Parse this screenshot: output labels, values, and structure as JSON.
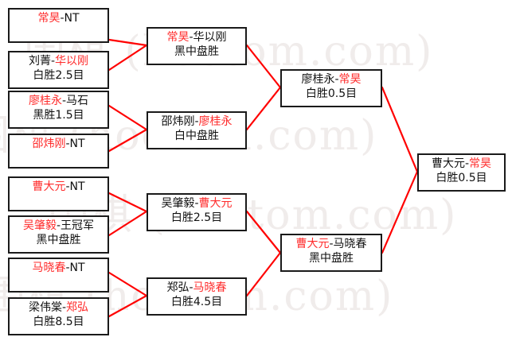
{
  "diagram": {
    "title": "Go tournament knockout bracket",
    "watermark": {
      "text": "围棋 (hoetom.com)",
      "color": "#f0eceb"
    },
    "colors": {
      "connector": "#ff0000",
      "box_border": "#1a1a1a",
      "highlight_text": "#ff2b2b",
      "normal_text": "#111111",
      "background": "#ffffff"
    },
    "round1": [
      {
        "id": "r1-m1",
        "left_player": "常昊",
        "left_winner": true,
        "separator": "-",
        "right_player": "NT",
        "right_winner": false,
        "result": ""
      },
      {
        "id": "r1-m2",
        "left_player": "刘菁",
        "left_winner": false,
        "separator": "-",
        "right_player": "华以刚",
        "right_winner": true,
        "result": "白胜2.5目"
      },
      {
        "id": "r1-m3",
        "left_player": "廖桂永",
        "left_winner": true,
        "separator": "-",
        "right_player": "马石",
        "right_winner": false,
        "result": "黑胜1.5目"
      },
      {
        "id": "r1-m4",
        "left_player": "邵炜刚",
        "left_winner": true,
        "separator": "-",
        "right_player": "NT",
        "right_winner": false,
        "result": ""
      },
      {
        "id": "r1-m5",
        "left_player": "曹大元",
        "left_winner": true,
        "separator": "-",
        "right_player": "NT",
        "right_winner": false,
        "result": ""
      },
      {
        "id": "r1-m6",
        "left_player": "吴肇毅",
        "left_winner": true,
        "separator": "-",
        "right_player": "王冠军",
        "right_winner": false,
        "result": "黑中盘胜"
      },
      {
        "id": "r1-m7",
        "left_player": "马晓春",
        "left_winner": true,
        "separator": "-",
        "right_player": "NT",
        "right_winner": false,
        "result": ""
      },
      {
        "id": "r1-m8",
        "left_player": "梁伟棠",
        "left_winner": false,
        "separator": "-",
        "right_player": "郑弘",
        "right_winner": true,
        "result": "白胜8.5目"
      }
    ],
    "round2": [
      {
        "id": "r2-m1",
        "left_player": "常昊",
        "left_winner": true,
        "separator": "-",
        "right_player": "华以刚",
        "right_winner": false,
        "result": "黑中盘胜"
      },
      {
        "id": "r2-m2",
        "left_player": "邵炜刚",
        "left_winner": false,
        "separator": "-",
        "right_player": "廖桂永",
        "right_winner": true,
        "result": "白中盘胜"
      },
      {
        "id": "r2-m3",
        "left_player": "吴肇毅",
        "left_winner": false,
        "separator": "-",
        "right_player": "曹大元",
        "right_winner": true,
        "result": "白胜2.5目"
      },
      {
        "id": "r2-m4",
        "left_player": "郑弘",
        "left_winner": false,
        "separator": "-",
        "right_player": "马晓春",
        "right_winner": true,
        "result": "白胜4.5目"
      }
    ],
    "round3": [
      {
        "id": "r3-m1",
        "left_player": "廖桂永",
        "left_winner": false,
        "separator": "-",
        "right_player": "常昊",
        "right_winner": true,
        "result": "白胜0.5目"
      },
      {
        "id": "r3-m2",
        "left_player": "曹大元",
        "left_winner": true,
        "separator": "-",
        "right_player": "马晓春",
        "right_winner": false,
        "result": "黑中盘胜"
      }
    ],
    "final": [
      {
        "id": "final-m1",
        "left_player": "曹大元",
        "left_winner": false,
        "separator": "-",
        "right_player": "常昊",
        "right_winner": true,
        "result": "白胜0.5目"
      }
    ]
  }
}
